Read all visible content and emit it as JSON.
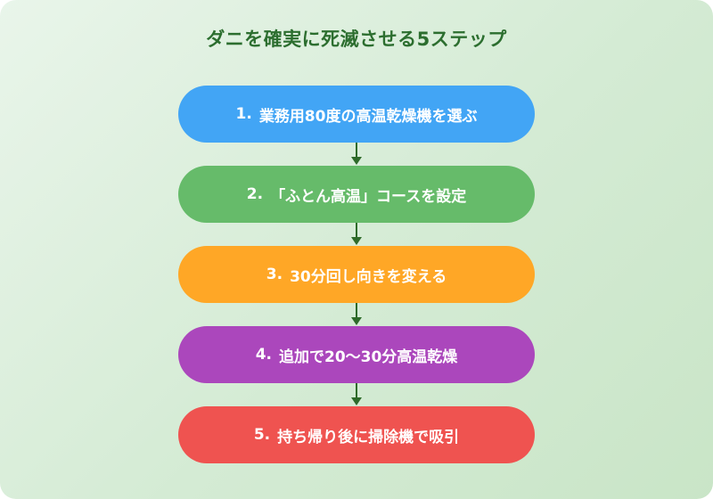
{
  "title": "ダニを確実に死滅させる5ステップ",
  "steps": [
    {
      "number": "1.",
      "label": "業務用80度の高温乾燥機を選ぶ",
      "color": "#42a5f5"
    },
    {
      "number": "2.",
      "label": "「ふとん高温」コースを設定",
      "color": "#66bb6a"
    },
    {
      "number": "3.",
      "label": "30分回し向きを変える",
      "color": "#ffa726"
    },
    {
      "number": "4.",
      "label": "追加で20〜30分高温乾燥",
      "color": "#ab47bc"
    },
    {
      "number": "5.",
      "label": "持ち帰り後に掃除機で吸引",
      "color": "#ef5350"
    }
  ],
  "colors": {
    "title": "#2c6e2f",
    "arrow": "#2e6b2a",
    "background": "#d4ebd4"
  }
}
